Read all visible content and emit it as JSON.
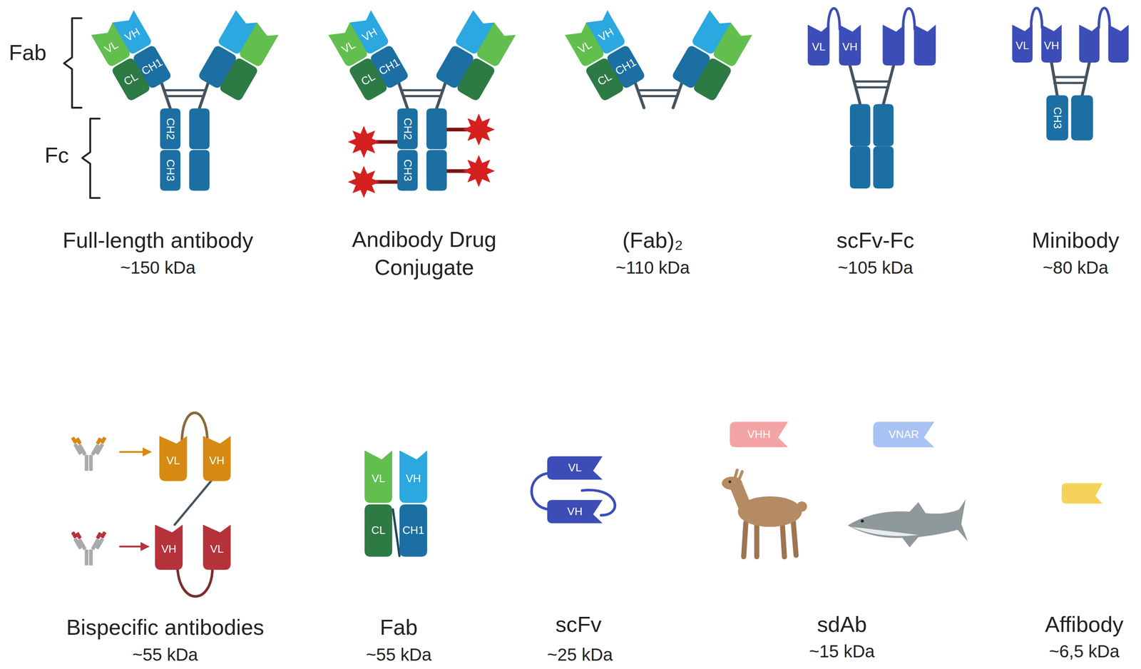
{
  "diagram": {
    "labels": [
      "Fab",
      "Fc",
      "VL",
      "VH",
      "CL",
      "CH1",
      "CH2",
      "CH3",
      "VL",
      "VH",
      "CL",
      "CH1",
      "CH2",
      "CH3",
      "Full-length antibody",
      "~150 kDa",
      "Andibody Drug Conjugate",
      "VL",
      "VH",
      "CL",
      "CH1",
      "(Fab)₂",
      "~110 kDa",
      "VL",
      "VH",
      "scFv-Fc",
      "~105 kDa",
      "VL",
      "VH",
      "CH3",
      "Minibody",
      "~80 kDa",
      "VL",
      "VH",
      "VH",
      "VL",
      "Bispecific antibodies",
      "~55 kDa",
      "VL",
      "VH",
      "CL",
      "CH1",
      "Fab",
      "~55 kDa",
      "VL",
      "VH",
      "scFv",
      "~25 kDa",
      "VHH",
      "VNAR",
      "sdAb",
      "~15 kDa",
      "Affibody",
      "~6,5 kDa"
    ]
  }
}
